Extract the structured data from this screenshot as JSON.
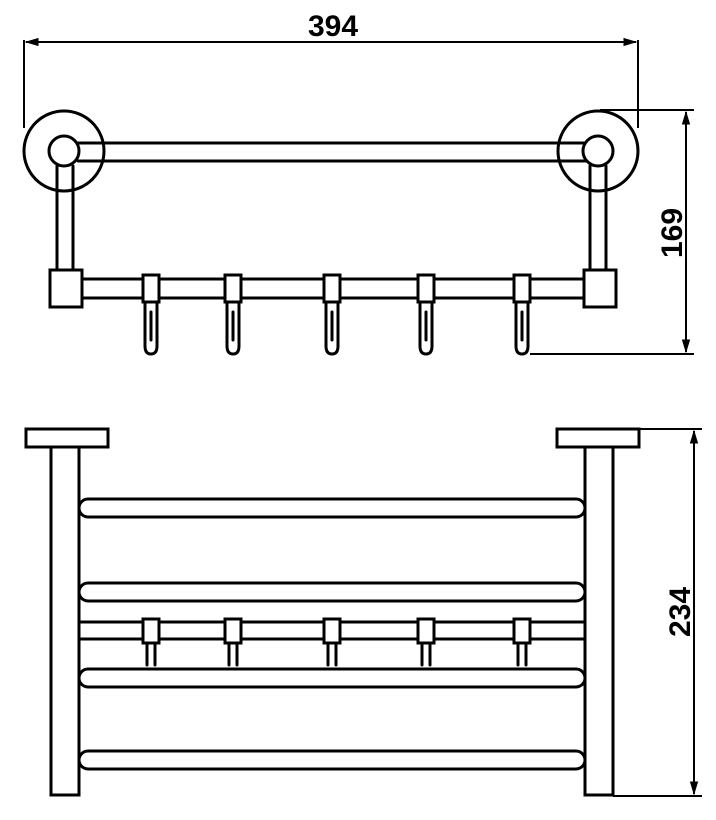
{
  "dimensions": {
    "width": "394",
    "height_top": "169",
    "height_front": "234"
  },
  "hooks": {
    "count": 5
  },
  "front_view": {
    "bar_count": 4
  }
}
